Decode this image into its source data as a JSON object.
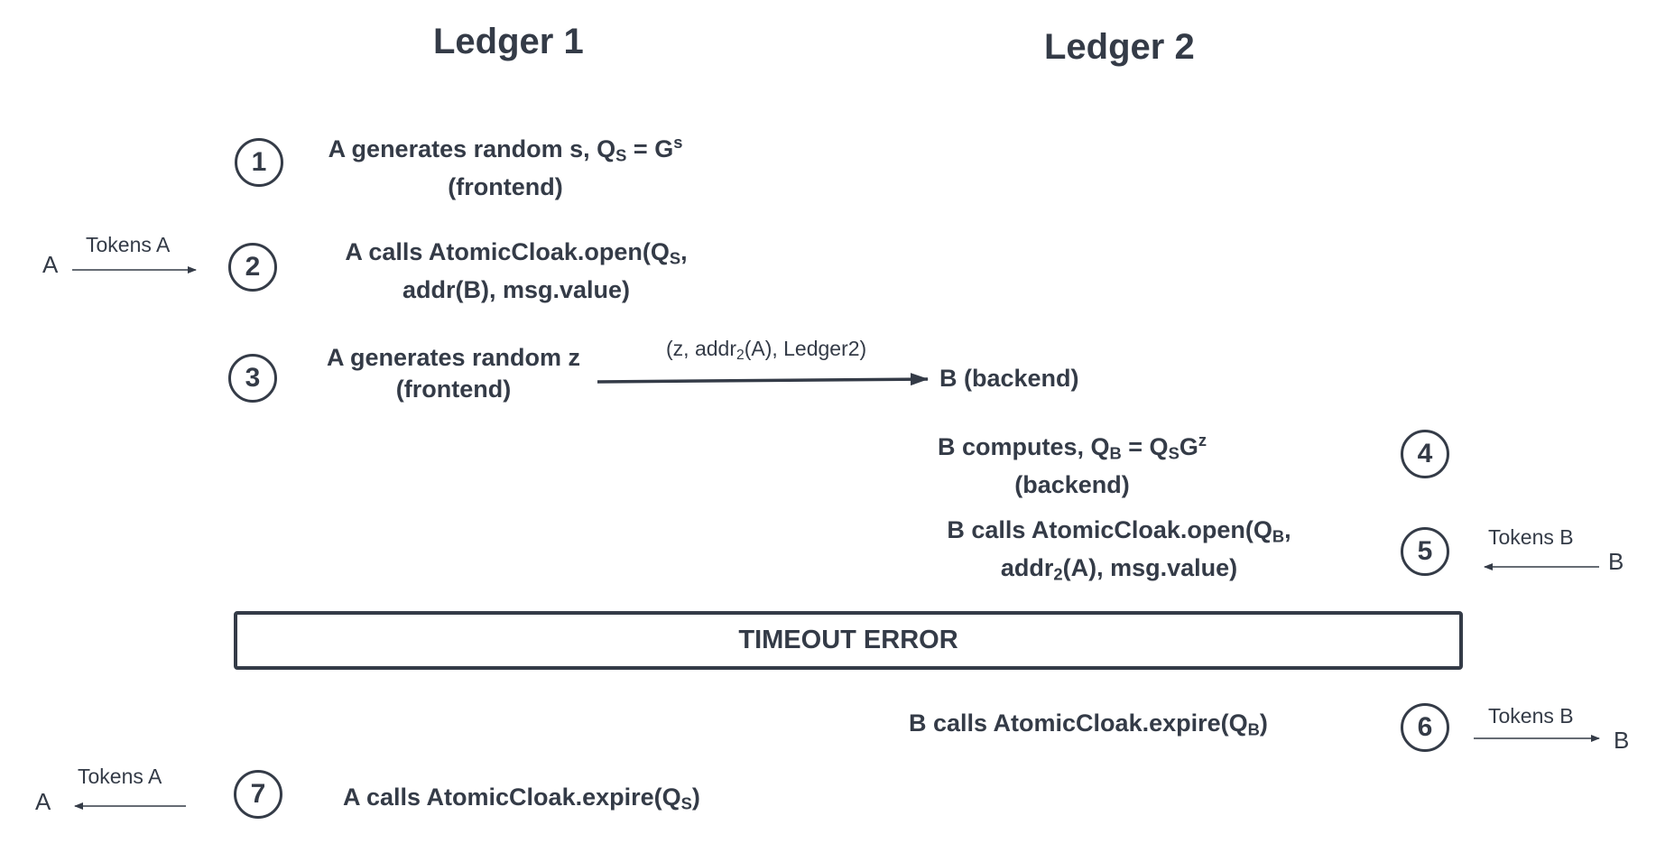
{
  "headers": {
    "ledger1": "Ledger 1",
    "ledger2": "Ledger 2"
  },
  "steps": {
    "s1": {
      "number": "1",
      "line1_a": "A generates random s, Q",
      "line1_sub": "S",
      "line1_b": " = G",
      "line1_sup": "s",
      "line2": "(frontend)"
    },
    "s2": {
      "number": "2",
      "line1_a": "A calls AtomicCloak.open(Q",
      "line1_sub": "S",
      "line1_b": ",",
      "line2": "addr(B), msg.value)"
    },
    "s3": {
      "number": "3",
      "line1": "A generates random z",
      "line2": "(frontend)"
    },
    "s4": {
      "number": "4",
      "line1_a": "B computes, Q",
      "line1_sub1": "B",
      "line1_b": " = Q",
      "line1_sub2": "S",
      "line1_c": "G",
      "line1_sup": "z",
      "line2": "(backend)"
    },
    "s5": {
      "number": "5",
      "line1_a": "B calls AtomicCloak.open(Q",
      "line1_sub": "B",
      "line1_b": ",",
      "line2_a": "addr",
      "line2_sub": "2",
      "line2_b": "(A), msg.value)"
    },
    "s6": {
      "number": "6",
      "text_a": "B calls AtomicCloak.expire(Q",
      "text_sub": "B",
      "text_b": ")"
    },
    "s7": {
      "number": "7",
      "text_a": "A calls AtomicCloak.expire(Q",
      "text_sub": "S",
      "text_b": ")"
    }
  },
  "b_backend": "B (backend)",
  "message": {
    "text_a": "(z, addr",
    "text_sub": "2",
    "text_b": "(A), Ledger2)"
  },
  "timeout": "TIMEOUT ERROR",
  "transfers": {
    "t2": {
      "party": "A",
      "label": "Tokens A"
    },
    "t5": {
      "party": "B",
      "label": "Tokens B"
    },
    "t6": {
      "party": "B",
      "label": "Tokens B"
    },
    "t7": {
      "party": "A",
      "label": "Tokens A"
    }
  }
}
